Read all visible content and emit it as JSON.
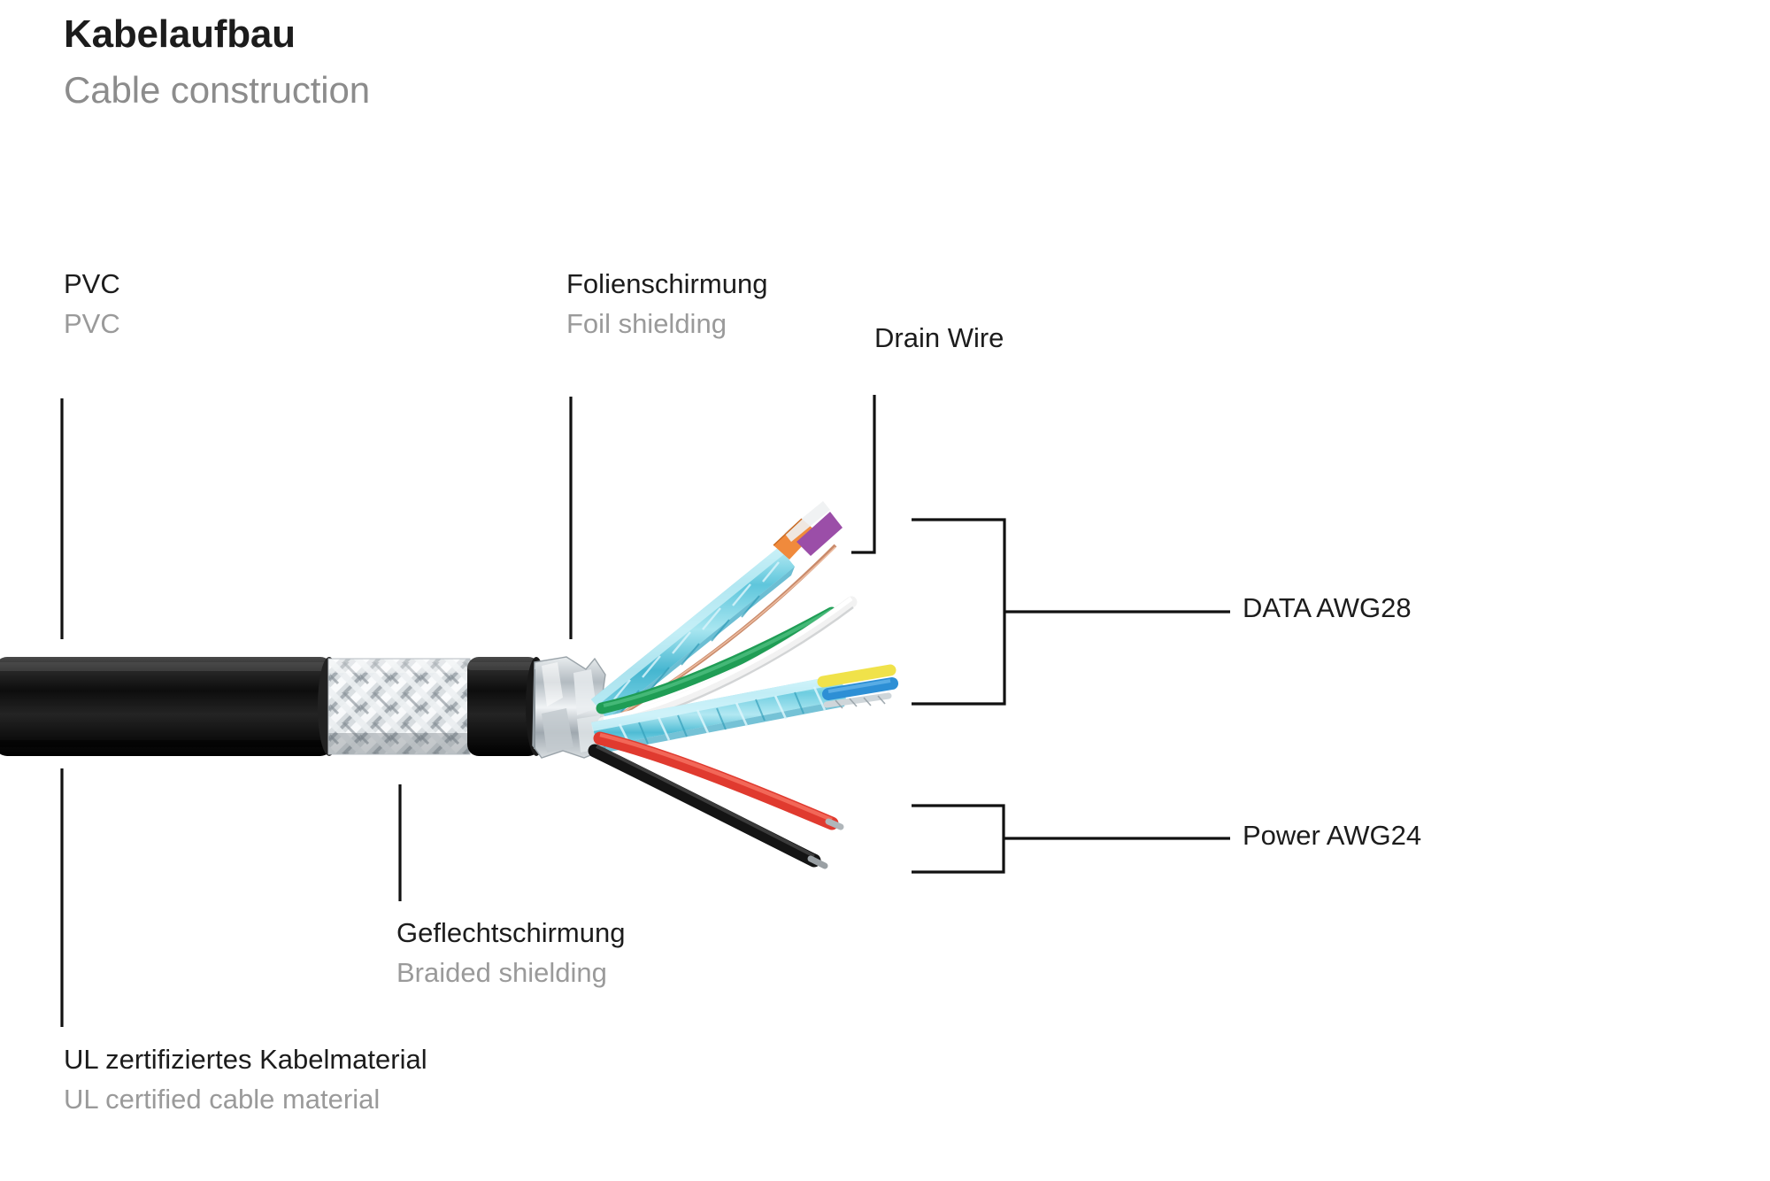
{
  "header": {
    "title_de": "Kabelaufbau",
    "title_en": "Cable construction"
  },
  "labels": {
    "pvc": {
      "de": "PVC",
      "en": "PVC"
    },
    "foil": {
      "de": "Folienschirmung",
      "en": "Foil shielding"
    },
    "drain": {
      "de": "Drain Wire",
      "en": ""
    },
    "braid": {
      "de": "Geflechtschirmung",
      "en": "Braided shielding"
    },
    "ul": {
      "de": "UL zertifiziertes Kabelmaterial",
      "en": "UL certified cable material"
    },
    "data": {
      "de": "DATA AWG28",
      "en": ""
    },
    "power": {
      "de": "Power AWG24",
      "en": ""
    }
  },
  "colors": {
    "title": "#1c1c1c",
    "subtitle": "#8c8c8c",
    "label_de": "#1c1c1c",
    "label_en": "#9a9a9a",
    "leader_line": "#111111",
    "jacket_black": "#1a1a1a",
    "braid_silver": "#c9cdd0",
    "foil_cyan": "#7fd4e3",
    "wire_orange": "#f08a3c",
    "wire_purple": "#9b4ea8",
    "wire_green": "#1f9d55",
    "wire_white": "#f2f2f2",
    "wire_blue": "#2d8fd5",
    "wire_yellow": "#f0e24a",
    "wire_red": "#e03a2f",
    "wire_black": "#111111",
    "drain_copper": "#c98a6a",
    "background": "#ffffff"
  },
  "diagram": {
    "type": "cable-cutaway",
    "description": "Shielded multi-conductor cable cutaway showing PVC jacket, braided shielding, foil shielding, drain wire, two foil-wrapped twisted data pairs and two power conductors.",
    "components": [
      {
        "name": "PVC jacket",
        "callout": "pvc",
        "side": "left-top"
      },
      {
        "name": "Braided shielding",
        "callout": "braid",
        "side": "left-bottom"
      },
      {
        "name": "UL certified cable material",
        "callout": "ul",
        "side": "left-bottom"
      },
      {
        "name": "Foil shielding",
        "callout": "foil",
        "side": "center-top"
      },
      {
        "name": "Drain wire",
        "callout": "drain",
        "side": "center-top"
      },
      {
        "name": "Data pairs AWG28",
        "callout": "data",
        "side": "right-top",
        "wire_colors": [
          "orange",
          "purple",
          "green",
          "white",
          "blue",
          "yellow"
        ]
      },
      {
        "name": "Power wires AWG24",
        "callout": "power",
        "side": "right-bottom",
        "wire_colors": [
          "red",
          "black"
        ]
      }
    ]
  }
}
